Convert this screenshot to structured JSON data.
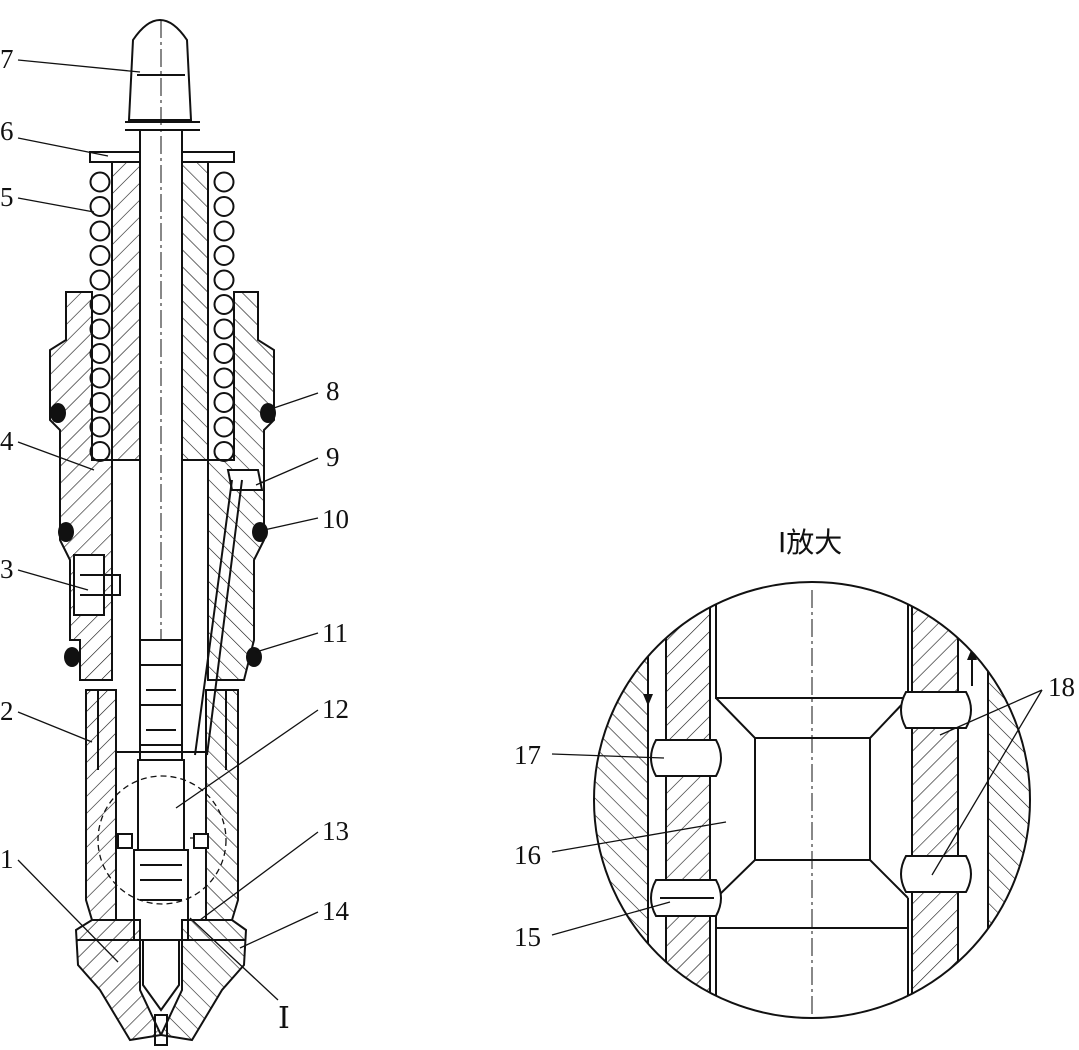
{
  "diagram": {
    "detail_title": "Ⅰ放大",
    "detail_marker": "Ⅰ",
    "labels": [
      "7",
      "6",
      "5",
      "8",
      "4",
      "9",
      "10",
      "3",
      "11",
      "2",
      "12",
      "13",
      "1",
      "14",
      "18",
      "17",
      "16",
      "15"
    ]
  }
}
